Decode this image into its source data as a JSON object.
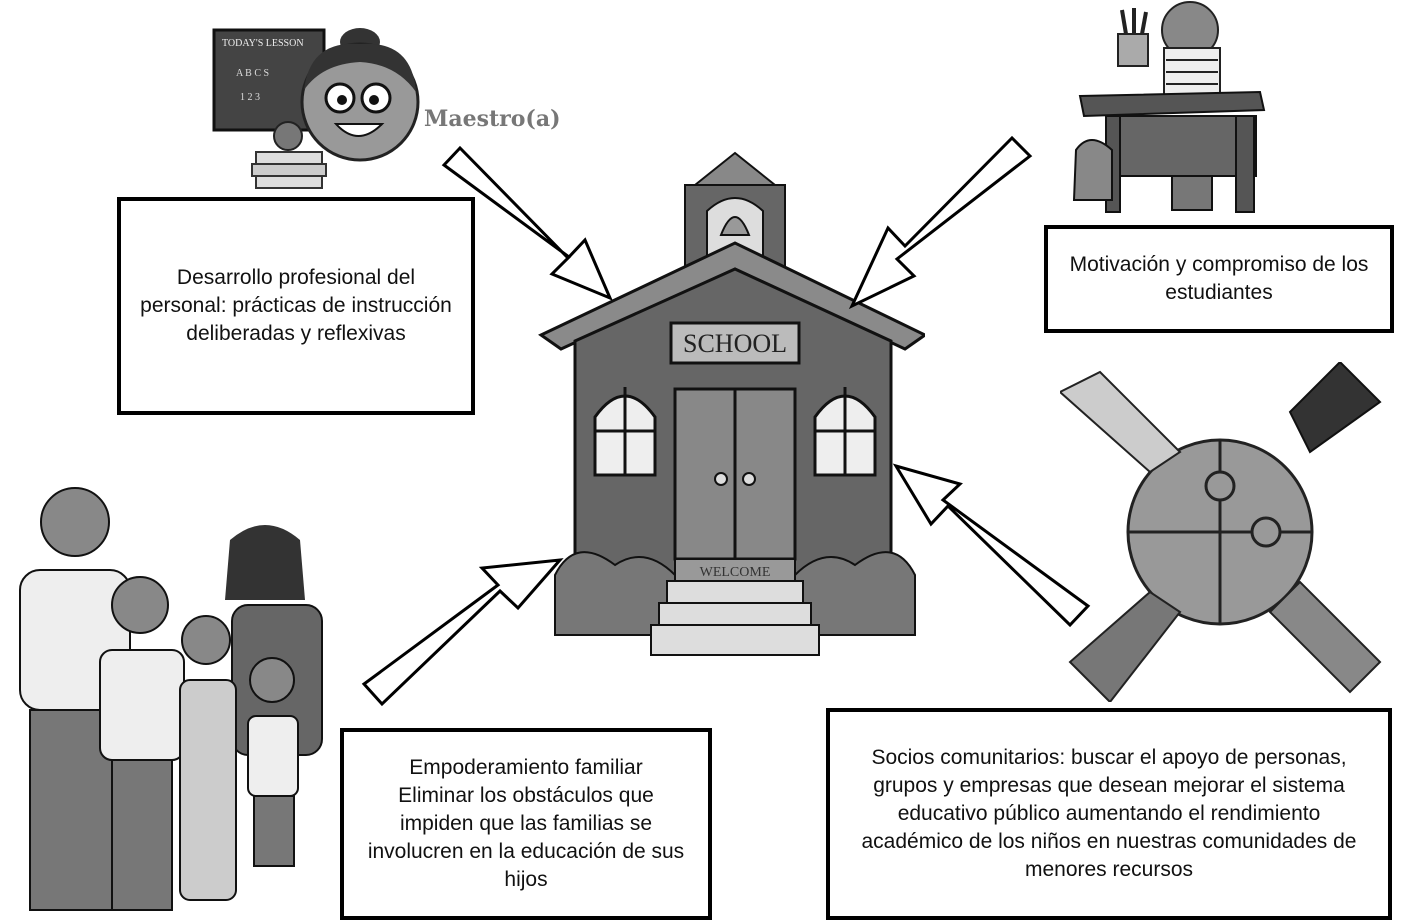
{
  "labels": {
    "teacher": "Maestro(a)",
    "chalkboard_title": "TODAY'S LESSON",
    "chalkboard_line1": "A B C S",
    "chalkboard_line2": "1 2 3",
    "school_sign": "SCHOOL",
    "doormat": "WELCOME"
  },
  "boxes": {
    "teacher_dev": "Desarrollo profesional del personal: prácticas de instrucción deliberadas y reflexivas",
    "students": "Motivación y compromiso de los estudiantes",
    "family_line1": "Empoderamiento familiar",
    "family_line2": "Eliminar los obstáculos que impiden que las familias se involucren en la educación de sus hijos",
    "community": "Socios comunitarios: buscar el apoyo de personas, grupos y empresas que desean mejorar el sistema educativo público aumentando el rendimiento académico de los niños en nuestras comunidades de menores recursos"
  },
  "colors": {
    "border": "#000000",
    "arrow_fill": "#ffffff",
    "building": "#666666",
    "roof": "#8a8a8a"
  }
}
